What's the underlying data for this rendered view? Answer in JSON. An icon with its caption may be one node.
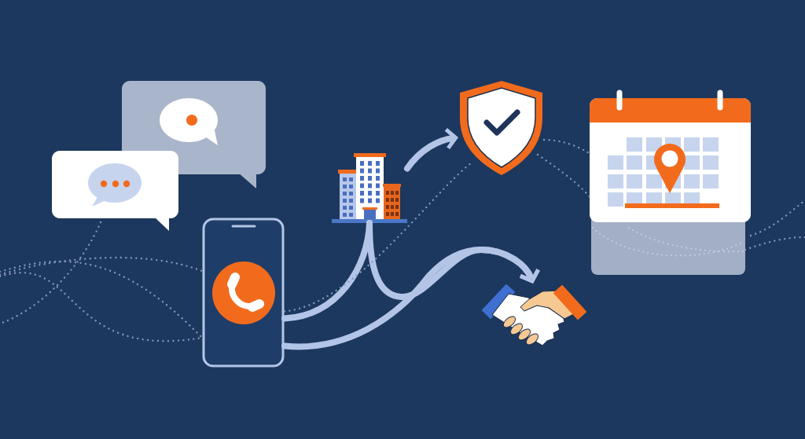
{
  "diagram": {
    "nodes": [
      {
        "text": [],
        "shape": "bubble"
      },
      {
        "text": [],
        "shape": "bubble"
      },
      {
        "text": [],
        "shape": "shield"
      },
      {
        "text": [],
        "shape": "calendar"
      },
      {
        "text": [],
        "shape": "building"
      },
      {
        "text": [],
        "shape": "phone"
      },
      {
        "text": [],
        "shape": "handshake"
      }
    ],
    "edges": [
      {
        "from": 5,
        "to": 4,
        "arrow": "none"
      },
      {
        "from": 4,
        "to": 2,
        "arrow": "to"
      },
      {
        "from": 4,
        "to": 6,
        "arrow": "to"
      },
      {
        "from": 5,
        "to": 6,
        "arrow": "to"
      },
      {
        "from": 5,
        "to": 2,
        "arrow": "none",
        "style": "dashed"
      },
      {
        "from": 2,
        "to": 3,
        "arrow": "none",
        "style": "dashed"
      },
      {
        "from": 2,
        "to": 3,
        "arrow": "none",
        "style": "dashed"
      }
    ]
  }
}
